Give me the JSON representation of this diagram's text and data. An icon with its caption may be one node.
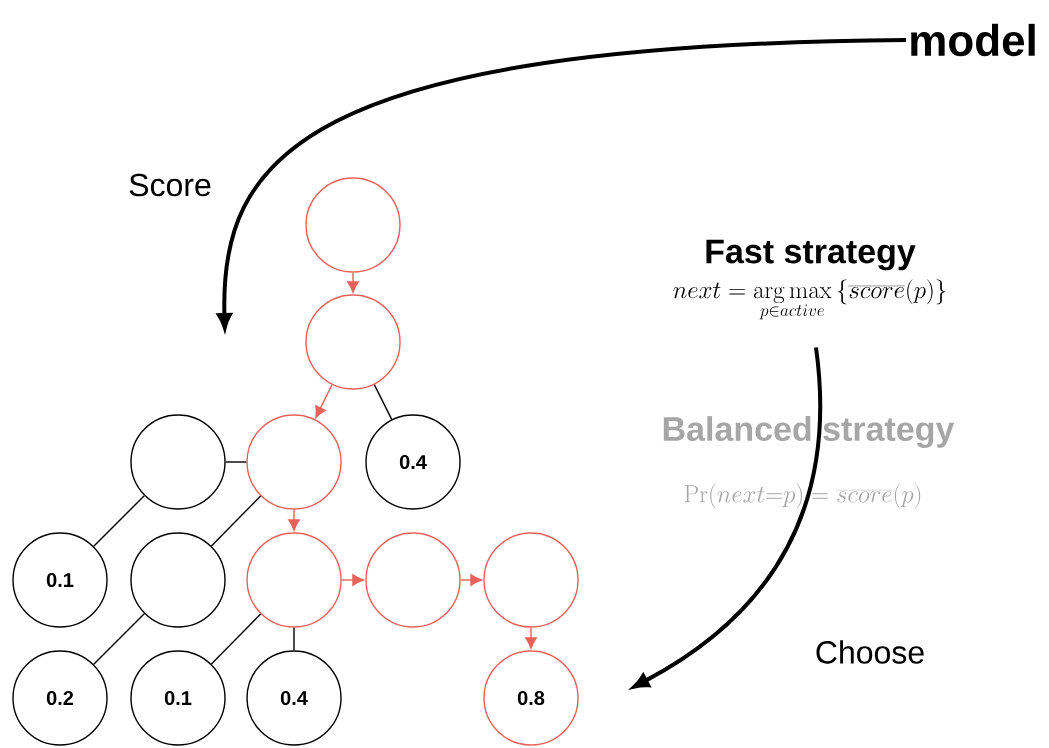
{
  "diagram": {
    "nodes": [
      {
        "text": [],
        "shape": "circle"
      },
      {
        "text": [],
        "shape": "circle"
      },
      {
        "text": [],
        "shape": "circle"
      },
      {
        "text": [],
        "shape": "circle"
      },
      {
        "text": [
          "0.4"
        ]
      },
      {
        "text": [
          "0.1"
        ]
      },
      {
        "text": [],
        "shape": "circle"
      },
      {
        "text": [],
        "shape": "circle"
      },
      {
        "text": [],
        "shape": "circle"
      },
      {
        "text": [],
        "shape": "circle"
      },
      {
        "text": [
          "0.2"
        ]
      },
      {
        "text": [
          "0.1"
        ]
      },
      {
        "text": [
          "0.4"
        ]
      },
      {
        "text": [
          "0.8"
        ]
      },
      {
        "text": [
          "Fast strategy",
          "next = \\mathop{\\arg\\max}\\limits_{p\\in active} \\left\\{\\overline{score}(p)\\right\\}"
        ]
      },
      {
        "text": [
          "model"
        ]
      }
    ],
    "edges": [
      {
        "from": 0,
        "to": 1,
        "arrow": "to",
        "color": "#e8625a"
      },
      {
        "from": 1,
        "to": 3,
        "arrow": "to",
        "color": "#e8625a"
      },
      {
        "from": 3,
        "to": 7,
        "arrow": "to",
        "color": "#e8625a"
      },
      {
        "from": 7,
        "to": 8,
        "arrow": "to",
        "color": "#e8625a"
      },
      {
        "from": 8,
        "to": 9,
        "arrow": "to",
        "color": "#e8625a"
      },
      {
        "from": 9,
        "to": 13,
        "arrow": "to",
        "color": "#e8625a"
      },
      {
        "from": 1,
        "to": 4,
        "arrow": "none"
      },
      {
        "from": 3,
        "to": 2,
        "arrow": "none"
      },
      {
        "from": 2,
        "to": 5,
        "arrow": "none"
      },
      {
        "from": 3,
        "to": 6,
        "arrow": "none"
      },
      {
        "from": 6,
        "to": 10,
        "arrow": "none"
      },
      {
        "from": 7,
        "to": 11,
        "arrow": "none"
      },
      {
        "from": 7,
        "to": 12,
        "arrow": "none"
      },
      {
        "from": 15,
        "to": null,
        "arrow": "to",
        "style": "thick",
        "label": "Score"
      },
      {
        "from": 14,
        "to": null,
        "arrow": "to",
        "style": "thick",
        "label": "Choose"
      }
    ],
    "labels": [
      "Balanced strategy",
      "\\Pr(next{=}p) = \\overline{score}(p)"
    ]
  }
}
